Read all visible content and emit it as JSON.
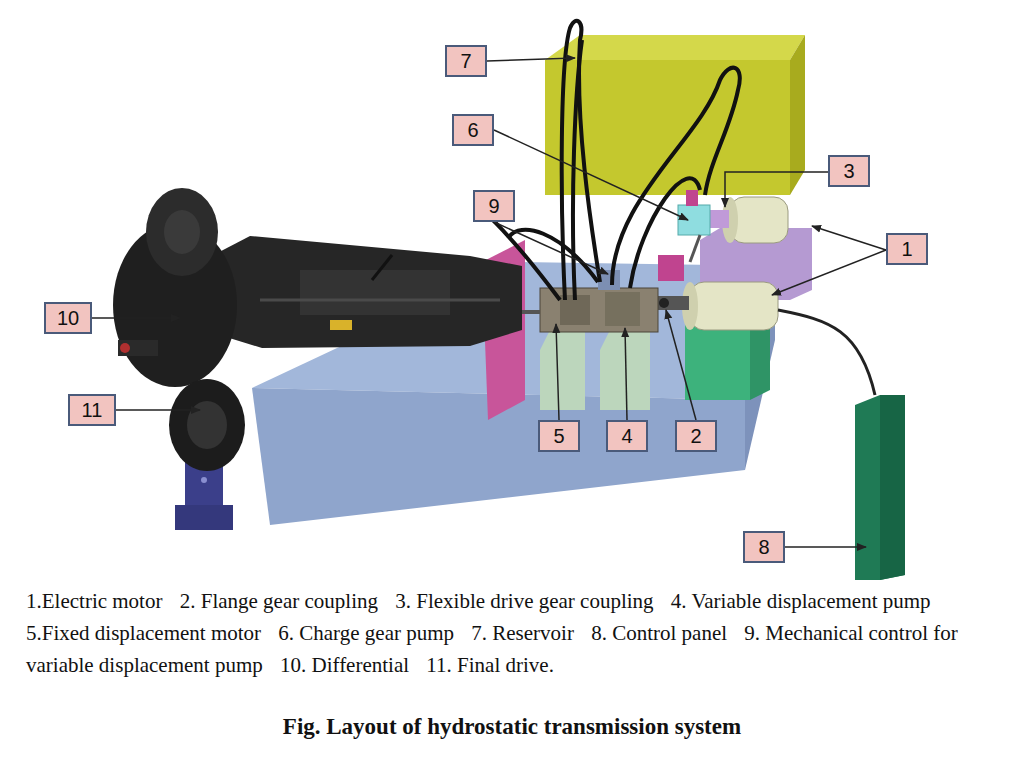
{
  "diagram": {
    "caption": "Fig.  Layout of hydrostatic transmission system",
    "nodes": [
      {
        "text": [
          "7"
        ]
      },
      {
        "text": [
          "6"
        ]
      },
      {
        "text": [
          "3"
        ]
      },
      {
        "text": [
          "9"
        ]
      },
      {
        "text": [
          "1"
        ]
      },
      {
        "text": [
          "10"
        ]
      },
      {
        "text": [
          "11"
        ]
      },
      {
        "text": [
          "5"
        ]
      },
      {
        "text": [
          "4"
        ]
      },
      {
        "text": [
          "2"
        ]
      },
      {
        "text": [
          "8"
        ]
      }
    ],
    "labels": [
      "1.Electric motor",
      "2. Flange gear coupling",
      "3. Flexible drive gear coupling",
      "4. Variable displacement pump",
      "5.Fixed displacement motor",
      "6. Charge gear pump",
      "7. Reservoir",
      "8. Control panel",
      "9. Mechanical control for variable displacement pump",
      "10. Differential",
      "11. Final drive."
    ]
  }
}
